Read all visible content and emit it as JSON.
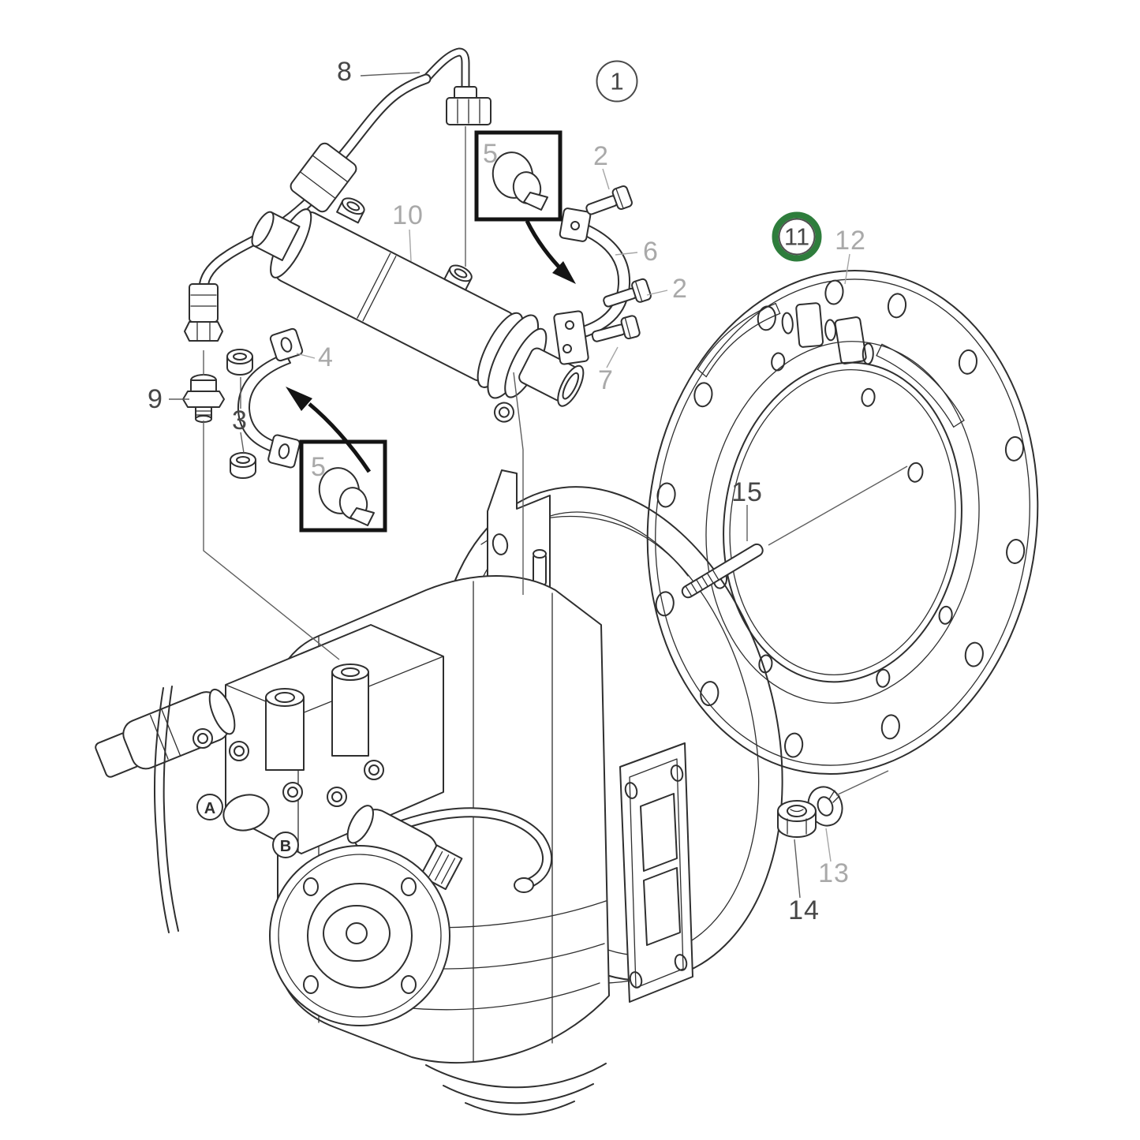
{
  "document": {
    "type": "exploded-parts-diagram",
    "subject": "Marine reverse gear / transmission with oil cooler, mounting gasket and hardware",
    "background": "#ffffff"
  },
  "colors": {
    "line": "#2f2f2f",
    "label_dark": "#474747",
    "label_gray": "#a9a9a9",
    "highlight_green": "#2e7d3c",
    "inset_box_border": "#141414"
  },
  "callouts": {
    "c8": {
      "number": "8",
      "tone": "dark"
    },
    "c1": {
      "number": "1",
      "tone": "dark",
      "shape": "circle"
    },
    "c5a": {
      "number": "5",
      "tone": "gray",
      "boxed": true
    },
    "c2a": {
      "number": "2",
      "tone": "gray"
    },
    "c10": {
      "number": "10",
      "tone": "gray"
    },
    "c6": {
      "number": "6",
      "tone": "gray"
    },
    "c2b": {
      "number": "2",
      "tone": "gray"
    },
    "c4": {
      "number": "4",
      "tone": "gray"
    },
    "c7": {
      "number": "7",
      "tone": "gray"
    },
    "c9": {
      "number": "9",
      "tone": "dark"
    },
    "c3": {
      "number": "3",
      "tone": "dark"
    },
    "c5b": {
      "number": "5",
      "tone": "gray",
      "boxed": true
    },
    "c11": {
      "number": "11",
      "tone": "dark",
      "shape": "circle",
      "highlighted": true,
      "highlight_color": "#2e7d3c"
    },
    "c12": {
      "number": "12",
      "tone": "gray"
    },
    "c15": {
      "number": "15",
      "tone": "dark"
    },
    "c13": {
      "number": "13",
      "tone": "gray"
    },
    "c14": {
      "number": "14",
      "tone": "dark"
    }
  },
  "port_labels": {
    "a": "A",
    "b": "B"
  }
}
